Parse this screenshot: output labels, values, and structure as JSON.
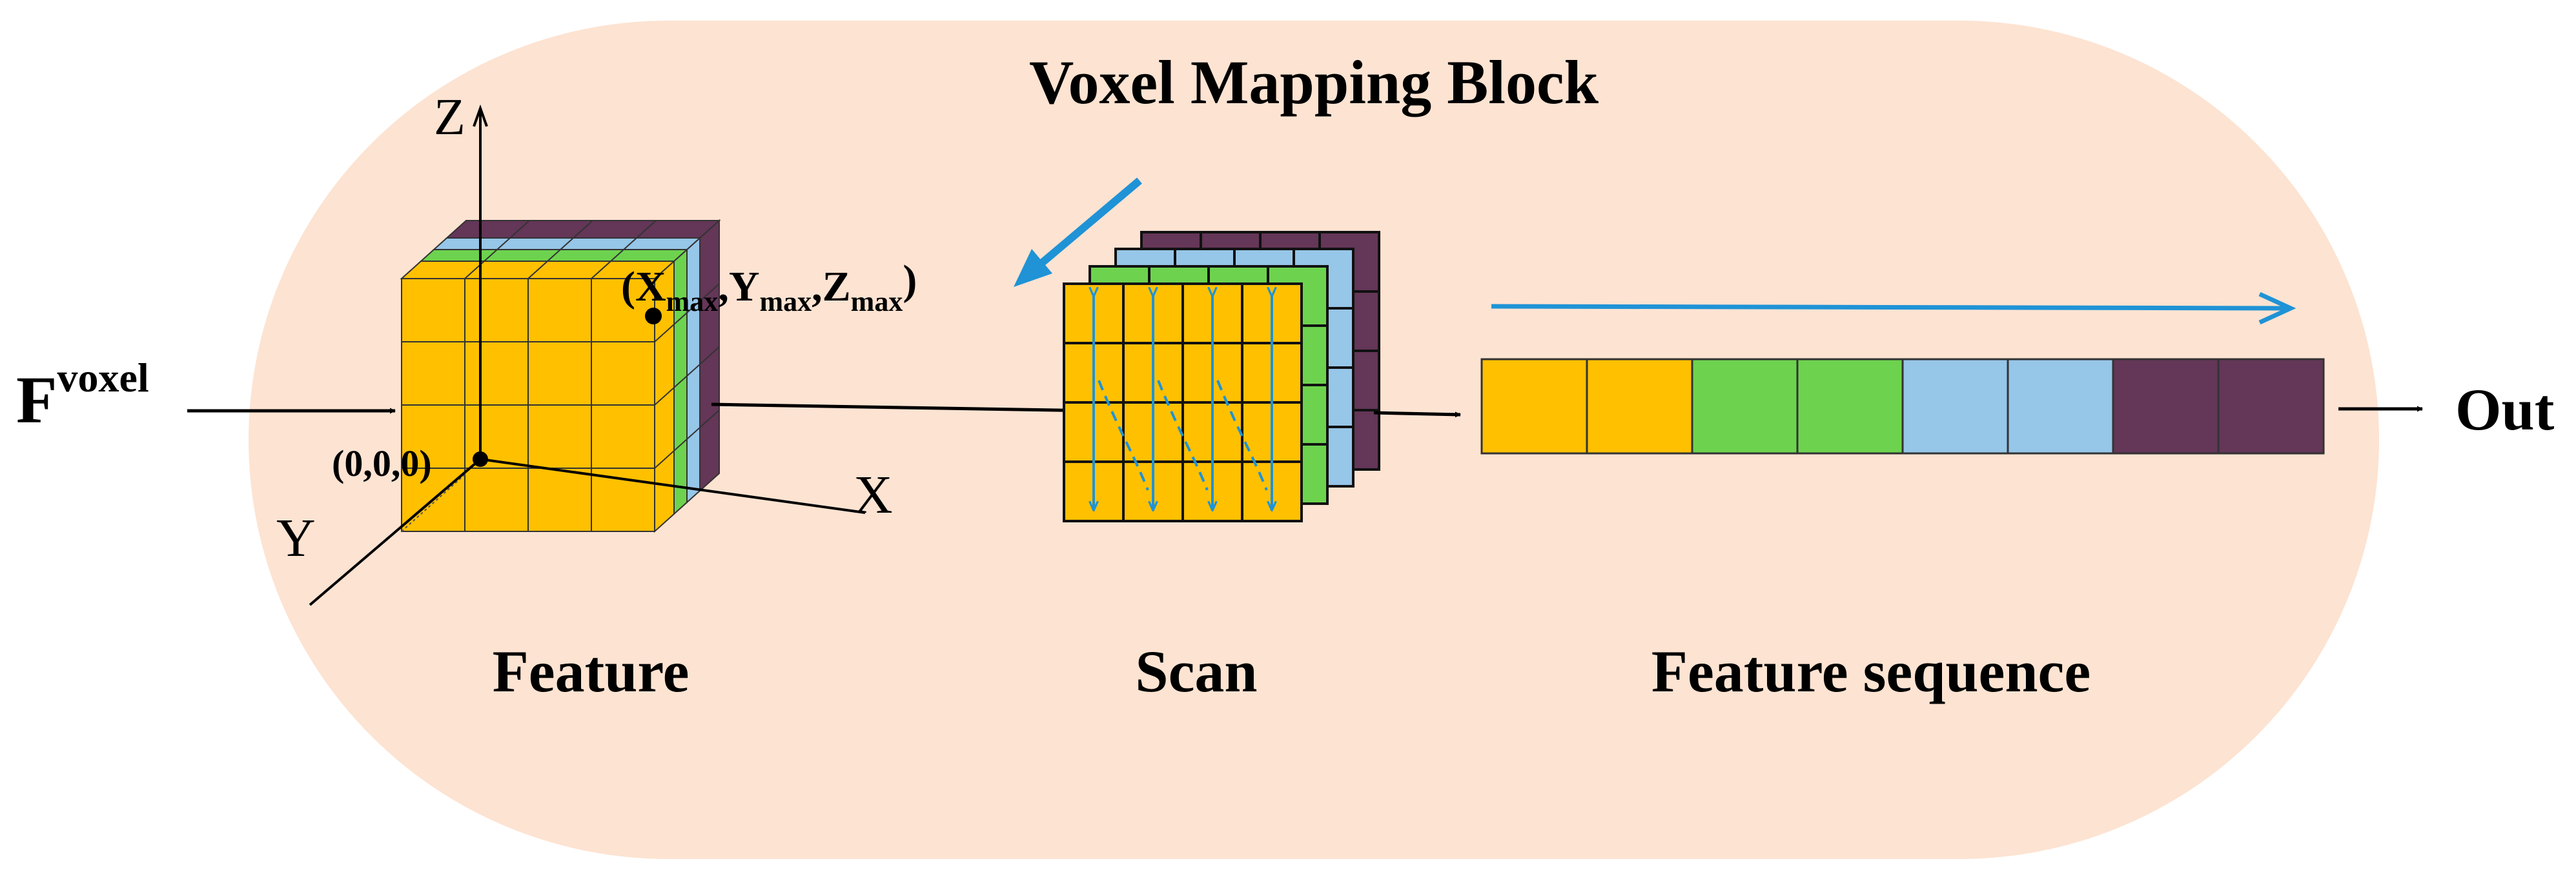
{
  "title": "Voxel Mapping Block",
  "input": {
    "base": "F",
    "superscript": "voxel"
  },
  "output": "Out",
  "axes": {
    "x": "X",
    "y": "Y",
    "z": "Z"
  },
  "points": {
    "origin": "(0,0,0)",
    "max": {
      "open": "(",
      "x": "X",
      "y": "Y",
      "z": "Z",
      "sub": "max",
      "comma": ",",
      "close": ")"
    }
  },
  "labels": {
    "feature": "Feature",
    "scan": "Scan",
    "sequence": "Feature sequence"
  },
  "colors": {
    "background": "#fde3d2",
    "yellow": "#ffc000",
    "green": "#6dd34e",
    "blue": "#96c6e8",
    "purple": "#643658",
    "arrow_blue": "#1f93d6"
  },
  "sequence_colors": [
    "yellow",
    "yellow",
    "green",
    "green",
    "blue",
    "blue",
    "purple",
    "purple"
  ]
}
